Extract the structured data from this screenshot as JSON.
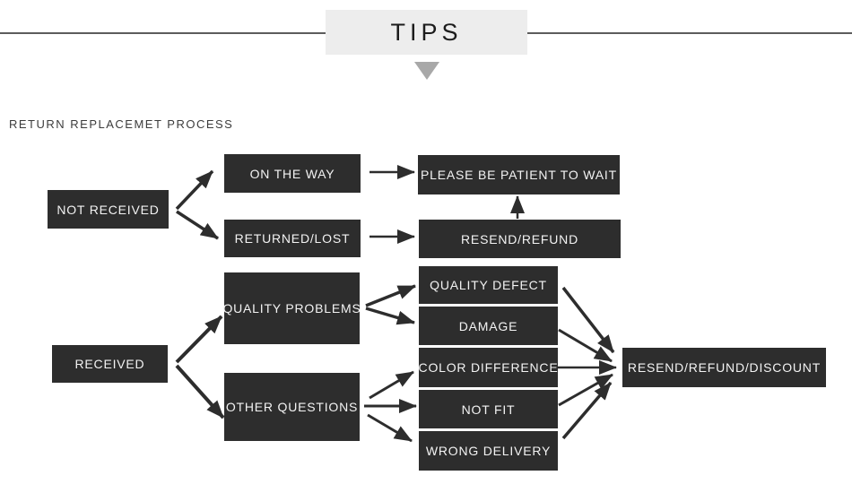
{
  "header": {
    "title": "TIPS"
  },
  "section": {
    "title": "RETURN REPLACEMET PROCESS"
  },
  "colors": {
    "node_background": "#2d2d2d",
    "node_text": "#f3f3f3",
    "header_background": "#ededed",
    "header_text": "#1c1c1c",
    "arrow": "#2d2d2d",
    "triangle": "#a8a8a8",
    "rule": "#5c5c5c"
  },
  "icons": {
    "down_triangle": "triangle-down-icon"
  },
  "flowchart": {
    "nodes": {
      "not_received": {
        "label": "NOT RECEIVED"
      },
      "on_the_way": {
        "label": "ON THE WAY"
      },
      "returned_lost": {
        "label": "RETURNED/LOST"
      },
      "please_wait": {
        "label": "PLEASE BE PATIENT TO WAIT"
      },
      "resend_refund": {
        "label": "RESEND/REFUND"
      },
      "quality_problems": {
        "label": "QUALITY PROBLEMS"
      },
      "received": {
        "label": "RECEIVED"
      },
      "other_questions": {
        "label": "OTHER QUESTIONS"
      },
      "quality_defect": {
        "label": "QUALITY DEFECT"
      },
      "damage": {
        "label": "DAMAGE"
      },
      "color_difference": {
        "label": "COLOR DIFFERENCE"
      },
      "not_fit": {
        "label": "NOT FIT"
      },
      "wrong_delivery": {
        "label": "WRONG DELIVERY"
      },
      "resend_refund_discount": {
        "label": "RESEND/REFUND/DISCOUNT"
      }
    },
    "edges": [
      {
        "from": "not_received",
        "to": "on_the_way"
      },
      {
        "from": "not_received",
        "to": "returned_lost"
      },
      {
        "from": "on_the_way",
        "to": "please_wait"
      },
      {
        "from": "returned_lost",
        "to": "resend_refund"
      },
      {
        "from": "resend_refund",
        "to": "please_wait"
      },
      {
        "from": "received",
        "to": "quality_problems"
      },
      {
        "from": "received",
        "to": "other_questions"
      },
      {
        "from": "quality_problems",
        "to": "quality_defect"
      },
      {
        "from": "quality_problems",
        "to": "damage"
      },
      {
        "from": "other_questions",
        "to": "color_difference"
      },
      {
        "from": "other_questions",
        "to": "not_fit"
      },
      {
        "from": "other_questions",
        "to": "wrong_delivery"
      },
      {
        "from": "quality_defect",
        "to": "resend_refund_discount"
      },
      {
        "from": "damage",
        "to": "resend_refund_discount"
      },
      {
        "from": "color_difference",
        "to": "resend_refund_discount"
      },
      {
        "from": "not_fit",
        "to": "resend_refund_discount"
      },
      {
        "from": "wrong_delivery",
        "to": "resend_refund_discount"
      }
    ]
  }
}
